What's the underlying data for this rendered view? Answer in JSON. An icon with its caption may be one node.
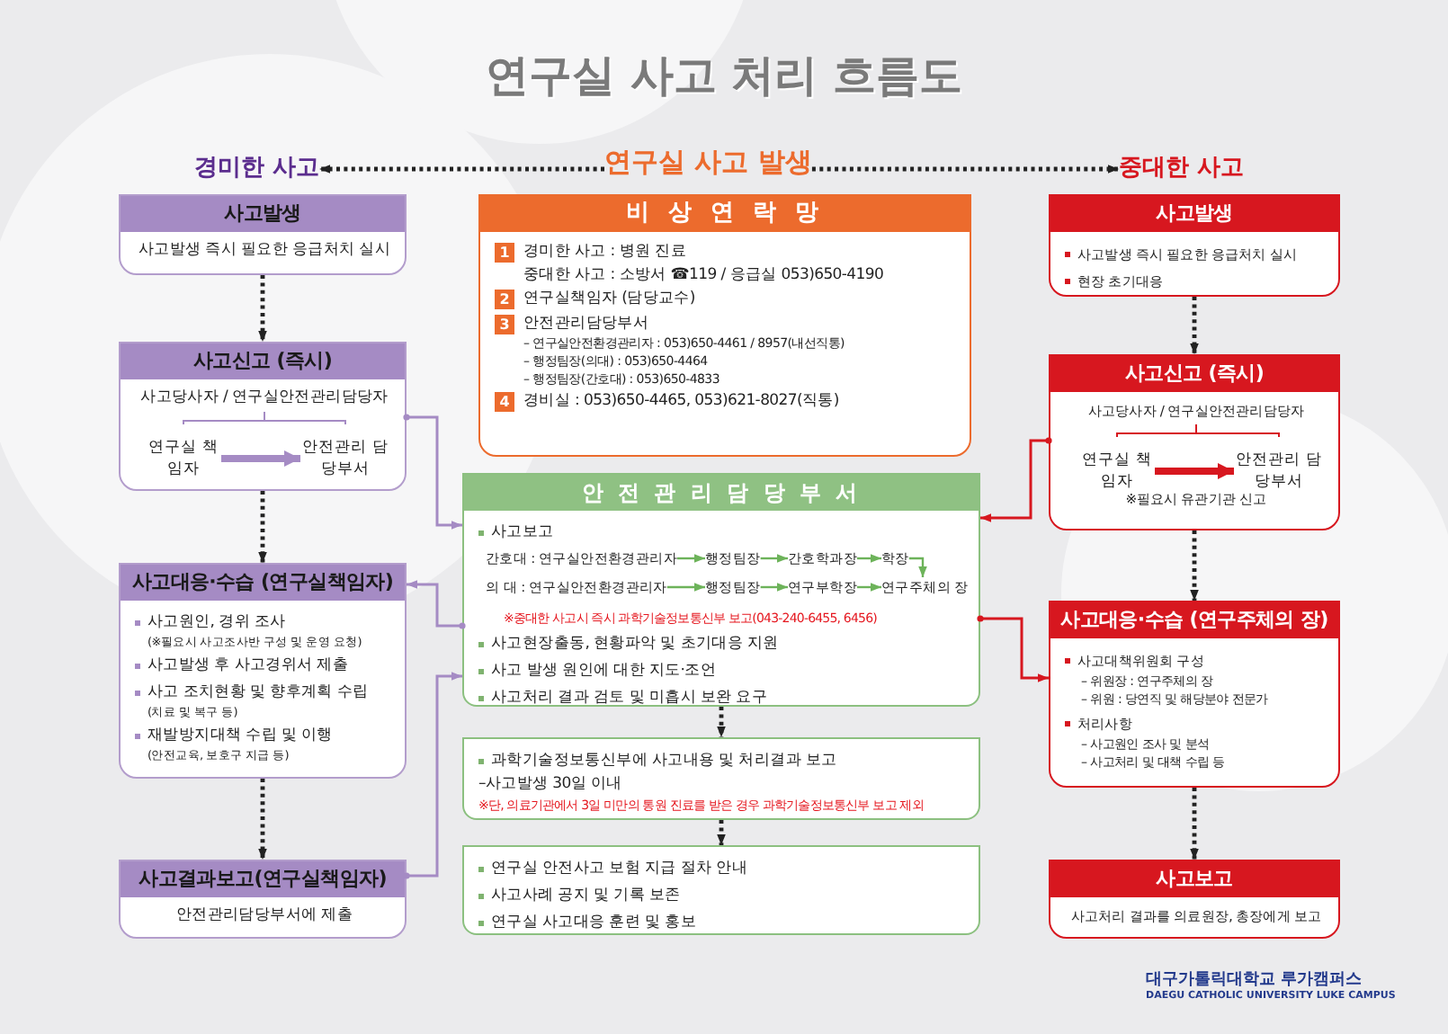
{
  "diagram": {
    "title": "연구실 사고 처리 흐름도",
    "nodes": [
      {
        "text": [
          "경미한 사고"
        ]
      },
      {
        "text": [
          "연구실 사고 발생"
        ]
      },
      {
        "text": [
          "중대한 사고"
        ]
      },
      {
        "text": [
          "사고발생",
          "사고발생 즉시 필요한 응급처치 실시"
        ]
      },
      {
        "text": [
          "사고신고 (즉시)",
          "사고당사자 / 연구실안전관리담당자"
        ]
      },
      {
        "text": [
          "연구실 책임자"
        ],
        "in": 4
      },
      {
        "text": [
          "안전관리 담당부서"
        ],
        "in": 4
      },
      {
        "text": [
          "사고대응·수습 (연구실책임자)",
          "사고원인, 경위 조사",
          "(※필요시 사고조사반 구성 및 운영 요청)",
          "사고발생 후 사고경위서 제출",
          "사고 조치현황 및 향후계획 수립",
          "(치료 및 복구 등)",
          "재발방지대책 수립 및 이행",
          "(안전교육, 보호구 지급 등)"
        ]
      },
      {
        "text": [
          "사고결과보고(연구실책임자)",
          "안전관리담당부서에 제출"
        ]
      },
      {
        "text": [
          "비 상 연 락 망",
          "1",
          "경미한 사고 : 병원 진료",
          "중대한 사고 : 소방서 ☎119 / 응급실 053)650-4190",
          "2",
          "연구실책임자 (담당교수)",
          "3",
          "안전관리담당부서",
          "– 연구실안전환경관리자 : 053)650-4461 / 8957(내선직통)",
          "– 행정팀장(의대) : 053)650-4464",
          "– 행정팀장(간호대) : 053)650-4833",
          "4",
          "경비실 : 053)650-4465, 053)621-8027(직통)"
        ]
      },
      {
        "text": [
          "안 전 관 리 담 당 부 서",
          "사고보고",
          "※중대한 사고시 즉시 과학기술정보통신부 보고(043-240-6455, 6456)",
          "사고현장출동, 현황파악 및 초기대응 지원",
          "사고 발생 원인에 대한 지도·조언",
          "사고처리 결과 검토 및 미흡시 보완 요구"
        ]
      },
      {
        "text": [
          "간호대 : 연구실안전환경관리자"
        ],
        "in": 10
      },
      {
        "text": [
          "행정팀장"
        ],
        "in": 10
      },
      {
        "text": [
          "간호학과장"
        ],
        "in": 10
      },
      {
        "text": [
          "학장"
        ],
        "in": 10
      },
      {
        "text": [
          "의 대 : 연구실안전환경관리자"
        ],
        "in": 10
      },
      {
        "text": [
          "행정팀장"
        ],
        "in": 10
      },
      {
        "text": [
          "연구부학장"
        ],
        "in": 10
      },
      {
        "text": [
          "연구주체의 장"
        ],
        "in": 10
      },
      {
        "text": [
          "과학기술정보통신부에 사고내용 및 처리결과 보고",
          "–사고발생 30일 이내",
          "※단, 의료기관에서 3일 미만의 통원 진료를 받은 경우 과학기술정보통신부 보고 제외"
        ]
      },
      {
        "text": [
          "연구실 안전사고 보험 지급 절차 안내",
          "사고사례 공지 및 기록 보존",
          "연구실 사고대응 훈련 및 홍보"
        ]
      },
      {
        "text": [
          "사고발생",
          "사고발생 즉시 필요한 응급처치 실시",
          "현장 초기대응"
        ]
      },
      {
        "text": [
          "사고신고 (즉시)",
          "사고당사자 / 연구실안전관리담당자",
          "※필요시 유관기관 신고"
        ]
      },
      {
        "text": [
          "연구실 책임자"
        ],
        "in": 22
      },
      {
        "text": [
          "안전관리 담당부서"
        ],
        "in": 22
      },
      {
        "text": [
          "사고대응·수습 (연구주체의 장)",
          "사고대책위원회 구성",
          "– 위원장 : 연구주체의 장",
          "– 위원 : 당연직 및 해당분야 전문가",
          "처리사항",
          "– 사고원인 조사 및 분석",
          "– 사고처리 및 대책 수립 등"
        ]
      },
      {
        "text": [
          "사고보고",
          "사고처리 결과를 의료원장, 총장에게 보고"
        ]
      }
    ],
    "edges": [
      {
        "from": 1,
        "to": 0,
        "arrow": "to",
        "style": "dashed"
      },
      {
        "from": 1,
        "to": 2,
        "arrow": "to",
        "style": "dashed"
      },
      {
        "from": 3,
        "to": 4,
        "arrow": "to",
        "style": "dashed"
      },
      {
        "from": 4,
        "to": 7,
        "arrow": "to",
        "style": "dashed"
      },
      {
        "from": 7,
        "to": 8,
        "arrow": "to",
        "style": "dashed"
      },
      {
        "from": 5,
        "to": 6,
        "arrow": "to",
        "style": "thick",
        "color": "#a58bc4"
      },
      {
        "from": 4,
        "to": 10,
        "arrow": "to",
        "color": "#a58bc4"
      },
      {
        "from": 10,
        "to": 7,
        "arrow": "to",
        "color": "#a58bc4"
      },
      {
        "from": 8,
        "to": 10,
        "arrow": "to",
        "color": "#a58bc4"
      },
      {
        "from": 11,
        "to": 12,
        "arrow": "to",
        "color": "#6db35a"
      },
      {
        "from": 12,
        "to": 13,
        "arrow": "to",
        "color": "#6db35a"
      },
      {
        "from": 13,
        "to": 14,
        "arrow": "to",
        "color": "#6db35a"
      },
      {
        "from": 14,
        "to": 18,
        "arrow": "to",
        "color": "#6db35a"
      },
      {
        "from": 15,
        "to": 16,
        "arrow": "to",
        "color": "#6db35a"
      },
      {
        "from": 16,
        "to": 17,
        "arrow": "to",
        "color": "#6db35a"
      },
      {
        "from": 17,
        "to": 18,
        "arrow": "to",
        "color": "#6db35a"
      },
      {
        "from": 10,
        "to": 19,
        "arrow": "to",
        "style": "dashed"
      },
      {
        "from": 19,
        "to": 20,
        "arrow": "to",
        "style": "dashed"
      },
      {
        "from": 21,
        "to": 22,
        "arrow": "to",
        "style": "dashed"
      },
      {
        "from": 22,
        "to": 25,
        "arrow": "to",
        "style": "dashed"
      },
      {
        "from": 25,
        "to": 26,
        "arrow": "to",
        "style": "dashed"
      },
      {
        "from": 23,
        "to": 24,
        "arrow": "to",
        "style": "thick",
        "color": "#d7171f"
      },
      {
        "from": 22,
        "to": 10,
        "arrow": "to",
        "color": "#d7171f"
      },
      {
        "from": 10,
        "to": 25,
        "arrow": "to",
        "color": "#d7171f"
      }
    ],
    "labels": [
      "대구가톨릭대학교 루가캠퍼스",
      "DAEGU CATHOLIC UNIVERSITY LUKE CAMPUS"
    ]
  }
}
